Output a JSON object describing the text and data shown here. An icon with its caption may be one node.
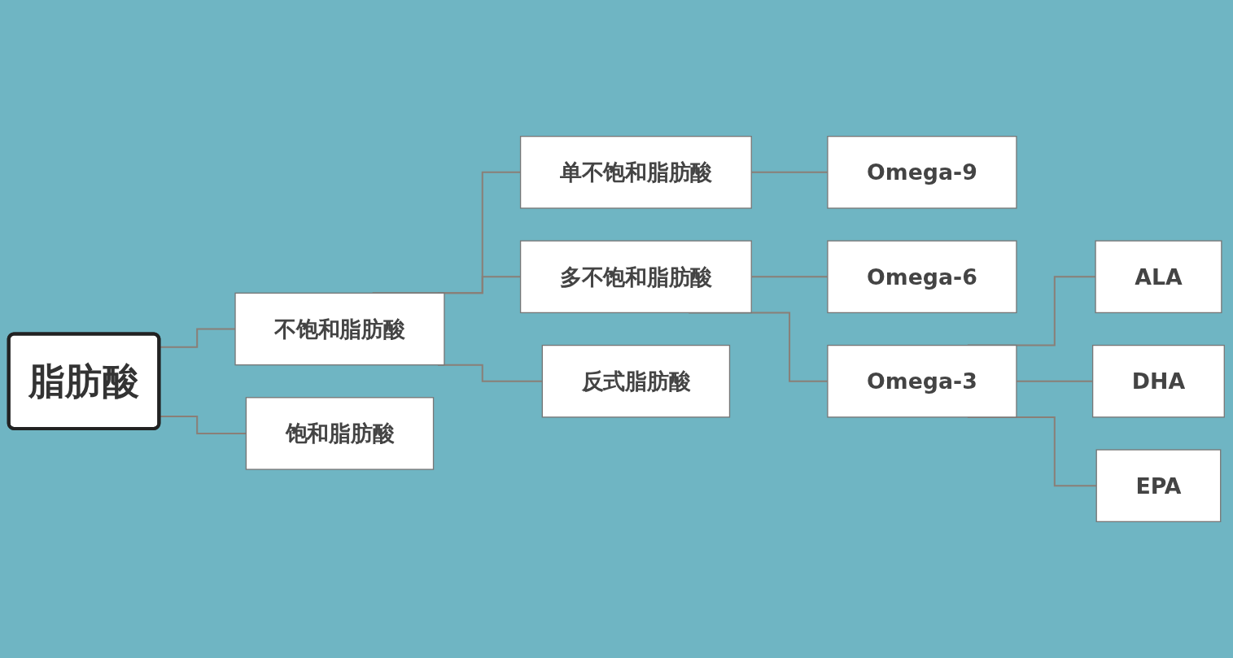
{
  "diagram": {
    "nodes": [
      {
        "text": [
          "脂肪酸"
        ]
      },
      {
        "text": [
          "不饱和脂肪酸"
        ]
      },
      {
        "text": [
          "单不饱和脂肪酸"
        ]
      },
      {
        "text": [
          "Omega-9"
        ]
      },
      {
        "text": [
          "多不饱和脂肪酸"
        ]
      },
      {
        "text": [
          "Omega-6"
        ]
      },
      {
        "text": [
          "Omega-3"
        ]
      },
      {
        "text": [
          "ALA"
        ]
      },
      {
        "text": [
          "DHA"
        ]
      },
      {
        "text": [
          "EPA"
        ]
      },
      {
        "text": [
          "反式脂肪酸"
        ]
      },
      {
        "text": [
          "饱和脂肪酸"
        ]
      }
    ],
    "edges": [
      {
        "from": 0,
        "to": 1,
        "arrow": "none"
      },
      {
        "from": 1,
        "to": 2,
        "arrow": "none"
      },
      {
        "from": 2,
        "to": 3,
        "arrow": "none"
      },
      {
        "from": 1,
        "to": 4,
        "arrow": "none"
      },
      {
        "from": 4,
        "to": 5,
        "arrow": "none"
      },
      {
        "from": 4,
        "to": 6,
        "arrow": "none"
      },
      {
        "from": 6,
        "to": 7,
        "arrow": "none"
      },
      {
        "from": 6,
        "to": 8,
        "arrow": "none"
      },
      {
        "from": 6,
        "to": 9,
        "arrow": "none"
      },
      {
        "from": 1,
        "to": 10,
        "arrow": "none"
      },
      {
        "from": 0,
        "to": 11,
        "arrow": "none"
      }
    ]
  }
}
